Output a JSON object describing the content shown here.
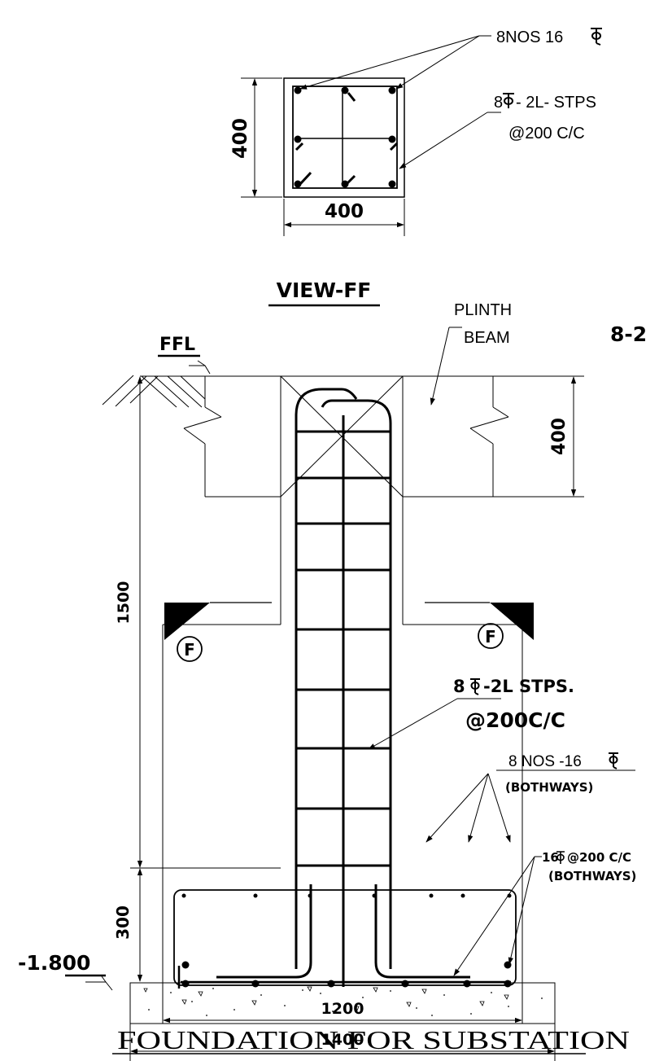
{
  "column_section": {
    "dim_height": "400",
    "dim_width": "400",
    "main_bars": "8NOS 16",
    "ties_line1": "8",
    "ties_line1_rest": "- 2L- STPS",
    "ties_line2": "@200 C/C"
  },
  "view_title": "VIEW-FF",
  "elevation": {
    "ffl": "FFL",
    "plinth_line1": "PLINTH",
    "plinth_line2": "BEAM",
    "cropped_label": "8-2",
    "beam_depth": "400",
    "column_height": "1500",
    "section_marker": "F",
    "stirrups_line1_num": "8",
    "stirrups_line1_rest": "-2L STPS.",
    "stirrups_line2": "@200C/C",
    "footing_bars_line1": "8 NOS -16",
    "footing_bars_line2": "(BOTHWAYS)",
    "mesh_line1_num": "16",
    "mesh_line1_rest": "@200 C/C",
    "mesh_line2": "(BOTHWAYS)",
    "footing_depth": "300",
    "level": "-1.800",
    "footing_width": "1200",
    "pcc_width": "1400"
  },
  "caption": "FOUNDATION FOR SUBSTATION",
  "colors": {
    "ink": "#000000",
    "paper": "#ffffff"
  }
}
